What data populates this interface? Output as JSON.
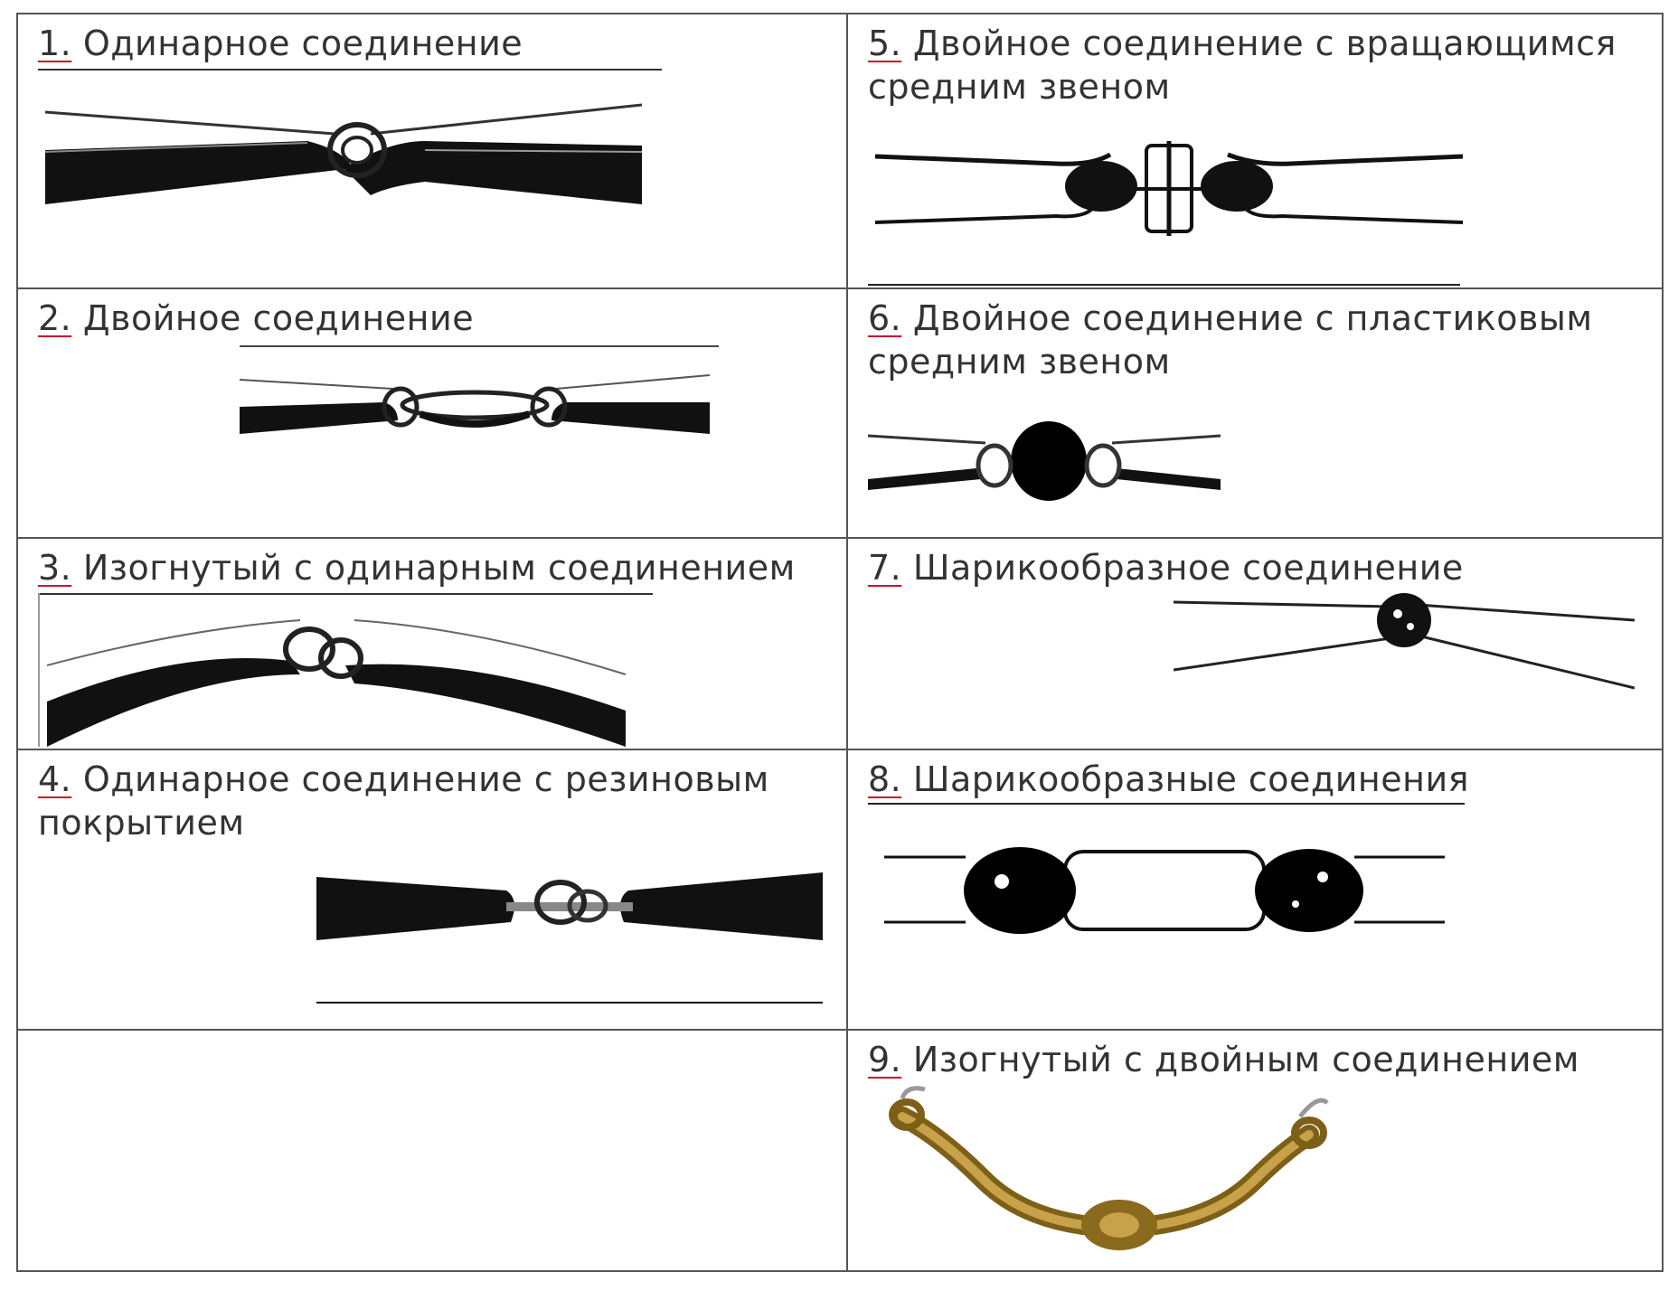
{
  "cells": [
    {
      "number": "1.",
      "title": "Одинарное соединение"
    },
    {
      "number": "2.",
      "title": "Двойное соединение"
    },
    {
      "number": "3.",
      "title": "Изогнутый с одинарным соединением"
    },
    {
      "number": "4.",
      "title": "Одинарное соединение с резиновым покрытием"
    },
    {
      "number": "5.",
      "title": "Двойное соединение с вращающимся средним звеном"
    },
    {
      "number": "6.",
      "title": "Двойное соединение с пластиковым средним звеном"
    },
    {
      "number": "7.",
      "title": "Шарикообразное соединение"
    },
    {
      "number": "8.",
      "title": "Шарикообразные соединения"
    },
    {
      "number": "9.",
      "title": "Изогнутый с двойным соединением"
    }
  ],
  "colors": {
    "grid": "#555555",
    "number_underline": "#c8102e",
    "brass": "#a8862a"
  }
}
